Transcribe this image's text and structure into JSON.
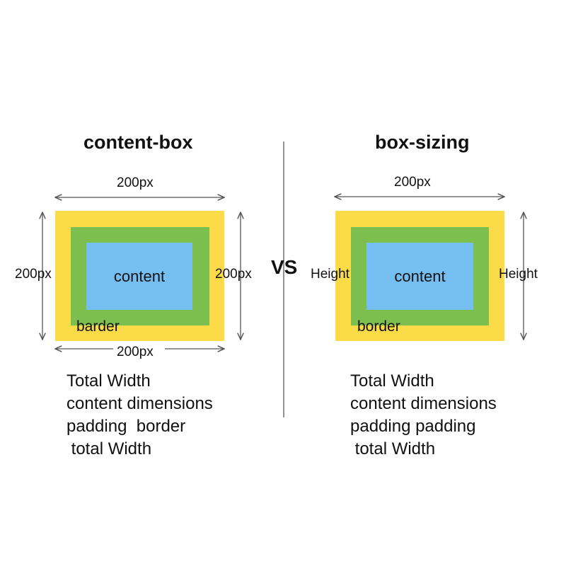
{
  "vs_label": "VS",
  "colors": {
    "border_layer": "#FBDB47",
    "padding_layer": "#7DBF4F",
    "content_layer": "#74BEF2",
    "arrow": "#555555",
    "divider": "#666666"
  },
  "left_panel": {
    "title": "content-box",
    "top_width_label": "200px",
    "bottom_width_label": "200px",
    "left_height_label": "200px",
    "right_height_label": "200px",
    "content_label": "content",
    "layer_label": "barder",
    "notes": [
      "Total Width",
      "content dimensions",
      "padding  border",
      " total Width"
    ]
  },
  "right_panel": {
    "title": "box-sizing",
    "top_width_label": "200px",
    "left_height_label": "Height",
    "right_height_label": "Height",
    "content_label": "content",
    "layer_label": "border",
    "notes": [
      "Total Width",
      "content dimensions",
      "padding padding",
      " total Width"
    ]
  }
}
